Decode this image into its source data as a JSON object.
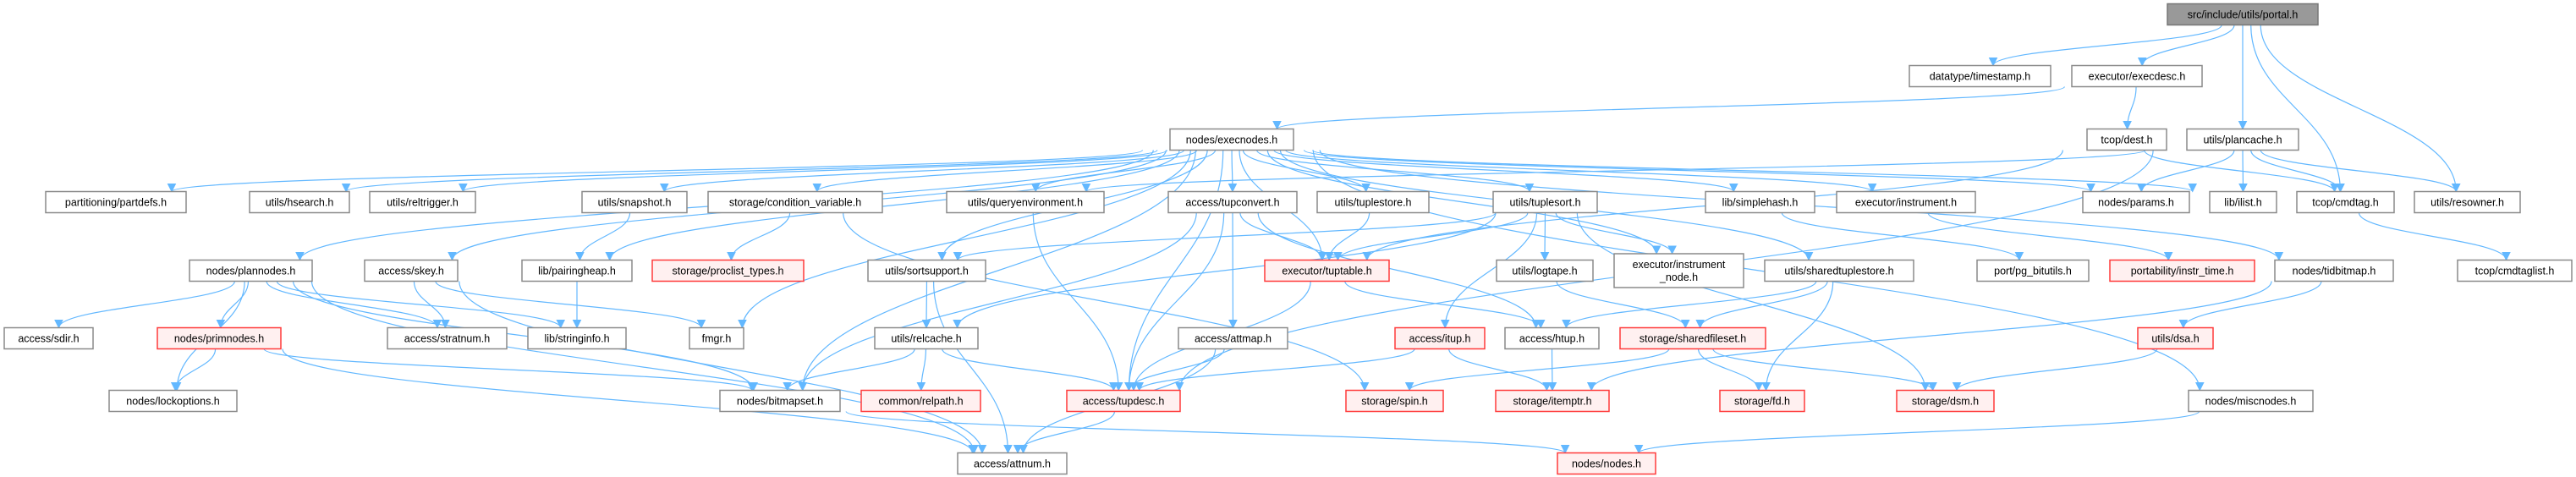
{
  "graph": {
    "title": "src/include/utils/portal.h",
    "edge_color": "#63b8ff",
    "nodes": [
      {
        "id": "portal",
        "label": "src/include/utils/portal.h",
        "style": "root"
      },
      {
        "id": "timestamp",
        "label": "datatype/timestamp.h",
        "style": "normal"
      },
      {
        "id": "execdesc",
        "label": "executor/execdesc.h",
        "style": "normal"
      },
      {
        "id": "execnodes",
        "label": "nodes/execnodes.h",
        "style": "normal"
      },
      {
        "id": "dest",
        "label": "tcop/dest.h",
        "style": "normal"
      },
      {
        "id": "plancache",
        "label": "utils/plancache.h",
        "style": "normal"
      },
      {
        "id": "partdefs",
        "label": "partitioning/partdefs.h",
        "style": "normal"
      },
      {
        "id": "hsearch",
        "label": "utils/hsearch.h",
        "style": "normal"
      },
      {
        "id": "reltrigger",
        "label": "utils/reltrigger.h",
        "style": "normal"
      },
      {
        "id": "snapshot",
        "label": "utils/snapshot.h",
        "style": "normal"
      },
      {
        "id": "condvar",
        "label": "storage/condition_variable.h",
        "style": "normal"
      },
      {
        "id": "queryenv",
        "label": "utils/queryenvironment.h",
        "style": "normal"
      },
      {
        "id": "tupconvert",
        "label": "access/tupconvert.h",
        "style": "normal"
      },
      {
        "id": "tuplestore",
        "label": "utils/tuplestore.h",
        "style": "normal"
      },
      {
        "id": "tuplesort",
        "label": "utils/tuplesort.h",
        "style": "normal"
      },
      {
        "id": "simplehash",
        "label": "lib/simplehash.h",
        "style": "normal"
      },
      {
        "id": "instrument",
        "label": "executor/instrument.h",
        "style": "normal"
      },
      {
        "id": "params",
        "label": "nodes/params.h",
        "style": "normal"
      },
      {
        "id": "ilist",
        "label": "lib/ilist.h",
        "style": "normal"
      },
      {
        "id": "cmdtag",
        "label": "tcop/cmdtag.h",
        "style": "normal"
      },
      {
        "id": "resowner",
        "label": "utils/resowner.h",
        "style": "normal"
      },
      {
        "id": "plannodes",
        "label": "nodes/plannodes.h",
        "style": "normal"
      },
      {
        "id": "skey",
        "label": "access/skey.h",
        "style": "normal"
      },
      {
        "id": "pairingheap",
        "label": "lib/pairingheap.h",
        "style": "normal"
      },
      {
        "id": "proclist",
        "label": "storage/proclist_types.h",
        "style": "red"
      },
      {
        "id": "sortsupport",
        "label": "utils/sortsupport.h",
        "style": "normal"
      },
      {
        "id": "tuptable",
        "label": "executor/tuptable.h",
        "style": "red"
      },
      {
        "id": "logtape",
        "label": "utils/logtape.h",
        "style": "normal"
      },
      {
        "id": "instrnode",
        "label": "executor/instrument\n_node.h",
        "style": "normal"
      },
      {
        "id": "sharedtuplestore",
        "label": "utils/sharedtuplestore.h",
        "style": "normal"
      },
      {
        "id": "pgbitutils",
        "label": "port/pg_bitutils.h",
        "style": "normal"
      },
      {
        "id": "instrtime",
        "label": "portability/instr_time.h",
        "style": "red"
      },
      {
        "id": "tidbitmap",
        "label": "nodes/tidbitmap.h",
        "style": "normal"
      },
      {
        "id": "cmdtaglist",
        "label": "tcop/cmdtaglist.h",
        "style": "normal"
      },
      {
        "id": "sdir",
        "label": "access/sdir.h",
        "style": "normal"
      },
      {
        "id": "primnodes",
        "label": "nodes/primnodes.h",
        "style": "red"
      },
      {
        "id": "stratnum",
        "label": "access/stratnum.h",
        "style": "normal"
      },
      {
        "id": "stringinfo",
        "label": "lib/stringinfo.h",
        "style": "normal"
      },
      {
        "id": "fmgr",
        "label": "fmgr.h",
        "style": "normal"
      },
      {
        "id": "relcache",
        "label": "utils/relcache.h",
        "style": "normal"
      },
      {
        "id": "attmap",
        "label": "access/attmap.h",
        "style": "normal"
      },
      {
        "id": "itup",
        "label": "access/itup.h",
        "style": "red"
      },
      {
        "id": "htup",
        "label": "access/htup.h",
        "style": "normal"
      },
      {
        "id": "sharedfileset",
        "label": "storage/sharedfileset.h",
        "style": "red"
      },
      {
        "id": "dsa",
        "label": "utils/dsa.h",
        "style": "red"
      },
      {
        "id": "lockoptions",
        "label": "nodes/lockoptions.h",
        "style": "normal"
      },
      {
        "id": "bitmapset",
        "label": "nodes/bitmapset.h",
        "style": "normal"
      },
      {
        "id": "relpath",
        "label": "common/relpath.h",
        "style": "red"
      },
      {
        "id": "tupdesc",
        "label": "access/tupdesc.h",
        "style": "red"
      },
      {
        "id": "spin",
        "label": "storage/spin.h",
        "style": "red"
      },
      {
        "id": "itemptr",
        "label": "storage/itemptr.h",
        "style": "red"
      },
      {
        "id": "fd",
        "label": "storage/fd.h",
        "style": "red"
      },
      {
        "id": "dsm",
        "label": "storage/dsm.h",
        "style": "red"
      },
      {
        "id": "miscnodes",
        "label": "nodes/miscnodes.h",
        "style": "normal"
      },
      {
        "id": "attnum",
        "label": "access/attnum.h",
        "style": "normal"
      },
      {
        "id": "nodes",
        "label": "nodes/nodes.h",
        "style": "red"
      }
    ],
    "edges": [
      [
        "portal",
        "timestamp"
      ],
      [
        "portal",
        "execdesc"
      ],
      [
        "portal",
        "plancache"
      ],
      [
        "portal",
        "cmdtag"
      ],
      [
        "portal",
        "resowner"
      ],
      [
        "execdesc",
        "execnodes"
      ],
      [
        "execdesc",
        "dest"
      ],
      [
        "dest",
        "tuptable"
      ],
      [
        "dest",
        "cmdtag"
      ],
      [
        "plancache",
        "queryenv"
      ],
      [
        "plancache",
        "params"
      ],
      [
        "plancache",
        "ilist"
      ],
      [
        "plancache",
        "cmdtag"
      ],
      [
        "plancache",
        "resowner"
      ],
      [
        "plancache",
        "tupdesc"
      ],
      [
        "execnodes",
        "partdefs"
      ],
      [
        "execnodes",
        "hsearch"
      ],
      [
        "execnodes",
        "reltrigger"
      ],
      [
        "execnodes",
        "snapshot"
      ],
      [
        "execnodes",
        "condvar"
      ],
      [
        "execnodes",
        "queryenv"
      ],
      [
        "execnodes",
        "tupconvert"
      ],
      [
        "execnodes",
        "tuplestore"
      ],
      [
        "execnodes",
        "tuplesort"
      ],
      [
        "execnodes",
        "simplehash"
      ],
      [
        "execnodes",
        "instrument"
      ],
      [
        "execnodes",
        "params"
      ],
      [
        "execnodes",
        "ilist"
      ],
      [
        "execnodes",
        "plannodes"
      ],
      [
        "execnodes",
        "skey"
      ],
      [
        "execnodes",
        "pairingheap"
      ],
      [
        "execnodes",
        "sortsupport"
      ],
      [
        "execnodes",
        "tuptable"
      ],
      [
        "execnodes",
        "instrnode"
      ],
      [
        "execnodes",
        "sharedtuplestore"
      ],
      [
        "execnodes",
        "tidbitmap"
      ],
      [
        "execnodes",
        "miscnodes"
      ],
      [
        "execnodes",
        "fmgr"
      ],
      [
        "execnodes",
        "bitmapset"
      ],
      [
        "execnodes",
        "tupdesc"
      ],
      [
        "snapshot",
        "pairingheap"
      ],
      [
        "pairingheap",
        "stringinfo"
      ],
      [
        "condvar",
        "proclist"
      ],
      [
        "condvar",
        "spin"
      ],
      [
        "plannodes",
        "sdir"
      ],
      [
        "plannodes",
        "primnodes"
      ],
      [
        "plannodes",
        "lockoptions"
      ],
      [
        "plannodes",
        "stratnum"
      ],
      [
        "plannodes",
        "stringinfo"
      ],
      [
        "plannodes",
        "bitmapset"
      ],
      [
        "plannodes",
        "attnum"
      ],
      [
        "skey",
        "stratnum"
      ],
      [
        "skey",
        "fmgr"
      ],
      [
        "skey",
        "attnum"
      ],
      [
        "primnodes",
        "lockoptions"
      ],
      [
        "primnodes",
        "bitmapset"
      ],
      [
        "primnodes",
        "attnum"
      ],
      [
        "queryenv",
        "tupdesc"
      ],
      [
        "tupconvert",
        "attmap"
      ],
      [
        "tupconvert",
        "tuptable"
      ],
      [
        "tupconvert",
        "tupdesc"
      ],
      [
        "tupconvert",
        "htup"
      ],
      [
        "tupconvert",
        "bitmapset"
      ],
      [
        "tuplestore",
        "tuptable"
      ],
      [
        "tuplesort",
        "tuptable"
      ],
      [
        "tuplesort",
        "sortsupport"
      ],
      [
        "tuplesort",
        "logtape"
      ],
      [
        "tuplesort",
        "instrnode"
      ],
      [
        "tuplesort",
        "itup"
      ],
      [
        "tuplesort",
        "relcache"
      ],
      [
        "tuplesort",
        "dsm"
      ],
      [
        "sortsupport",
        "relcache"
      ],
      [
        "sortsupport",
        "attnum"
      ],
      [
        "relcache",
        "tupdesc"
      ],
      [
        "relcache",
        "relpath"
      ],
      [
        "relcache",
        "bitmapset"
      ],
      [
        "attmap",
        "tupdesc"
      ],
      [
        "attmap",
        "attnum"
      ],
      [
        "tuptable",
        "htup"
      ],
      [
        "tuptable",
        "tupdesc"
      ],
      [
        "itup",
        "tupdesc"
      ],
      [
        "itup",
        "itemptr"
      ],
      [
        "htup",
        "itemptr"
      ],
      [
        "logtape",
        "sharedfileset"
      ],
      [
        "sharedtuplestore",
        "sharedfileset"
      ],
      [
        "sharedtuplestore",
        "fd"
      ],
      [
        "sharedtuplestore",
        "htup"
      ],
      [
        "sharedfileset",
        "fd"
      ],
      [
        "sharedfileset",
        "dsm"
      ],
      [
        "sharedfileset",
        "spin"
      ],
      [
        "tupdesc",
        "attnum"
      ],
      [
        "simplehash",
        "pgbitutils"
      ],
      [
        "instrument",
        "instrtime"
      ],
      [
        "tidbitmap",
        "itemptr"
      ],
      [
        "tidbitmap",
        "dsa"
      ],
      [
        "dsa",
        "dsm"
      ],
      [
        "miscnodes",
        "nodes"
      ],
      [
        "bitmapset",
        "nodes"
      ],
      [
        "cmdtag",
        "cmdtaglist"
      ]
    ]
  }
}
